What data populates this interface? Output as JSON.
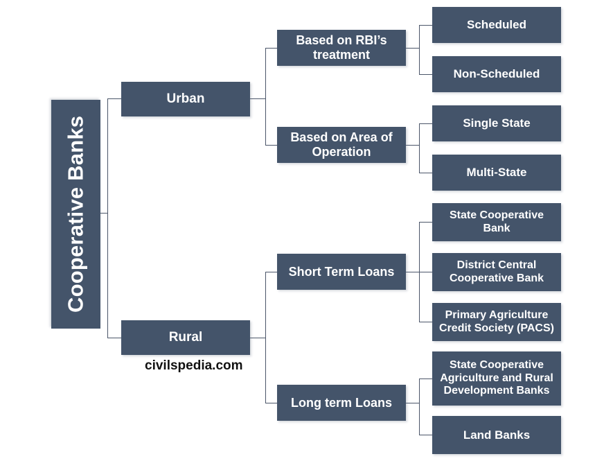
{
  "diagram": {
    "title": "Cooperative Banks",
    "watermark": "civilspedia.com",
    "colors": {
      "node_fill": "#44546a",
      "node_text": "#ffffff",
      "connector": "#4a5568",
      "background": "#ffffff"
    },
    "root": {
      "label": "Cooperative Banks"
    },
    "level2": [
      {
        "label": "Urban"
      },
      {
        "label": "Rural"
      }
    ],
    "level3": [
      {
        "label": "Based on RBI’s treatment"
      },
      {
        "label": "Based on Area of Operation"
      },
      {
        "label": "Short Term Loans"
      },
      {
        "label": "Long term Loans"
      }
    ],
    "level4": [
      {
        "label": "Scheduled"
      },
      {
        "label": "Non-Scheduled"
      },
      {
        "label": "Single State"
      },
      {
        "label": "Multi-State"
      },
      {
        "label": "State Cooperative Bank"
      },
      {
        "label": "District Central Cooperative Bank"
      },
      {
        "label": "Primary Agriculture Credit Society (PACS)"
      },
      {
        "label": "State Cooperative Agriculture and Rural Development Banks"
      },
      {
        "label": "Land Banks"
      }
    ]
  }
}
